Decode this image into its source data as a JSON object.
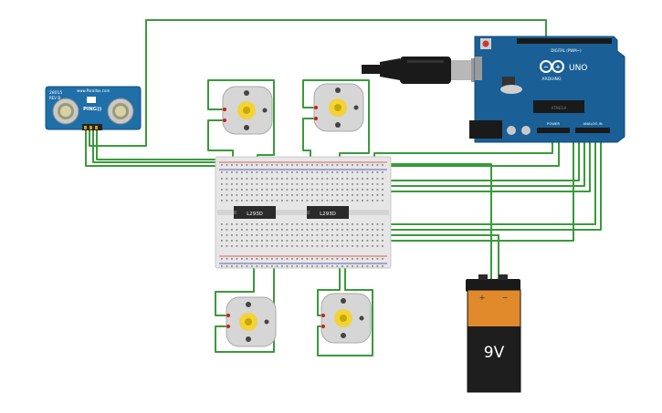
{
  "sensor": {
    "model": "PING))",
    "brand": "www.Parallax.com",
    "part_no": "28015",
    "rev": "REV B"
  },
  "arduino": {
    "brand": "ARDUINO",
    "model": "UNO",
    "header_digital": "DIGITAL (PWM~)",
    "header_power": "POWER",
    "header_analog": "ANALOG IN",
    "chip": "ATMEGA"
  },
  "ics": [
    {
      "label": "L293D"
    },
    {
      "label": "L293D"
    }
  ],
  "battery": {
    "voltage": "9V",
    "plus": "+",
    "minus": "−"
  },
  "colors": {
    "wire": "#3a9a3a",
    "board": "#1a5f96",
    "sensor": "#1f6fa8",
    "battery_top": "#e08a2c",
    "battery_body": "#1e1e1e",
    "breadboard": "#e6e6e6",
    "motor": "#d6d6d6",
    "shaft": "#f3d23a"
  }
}
